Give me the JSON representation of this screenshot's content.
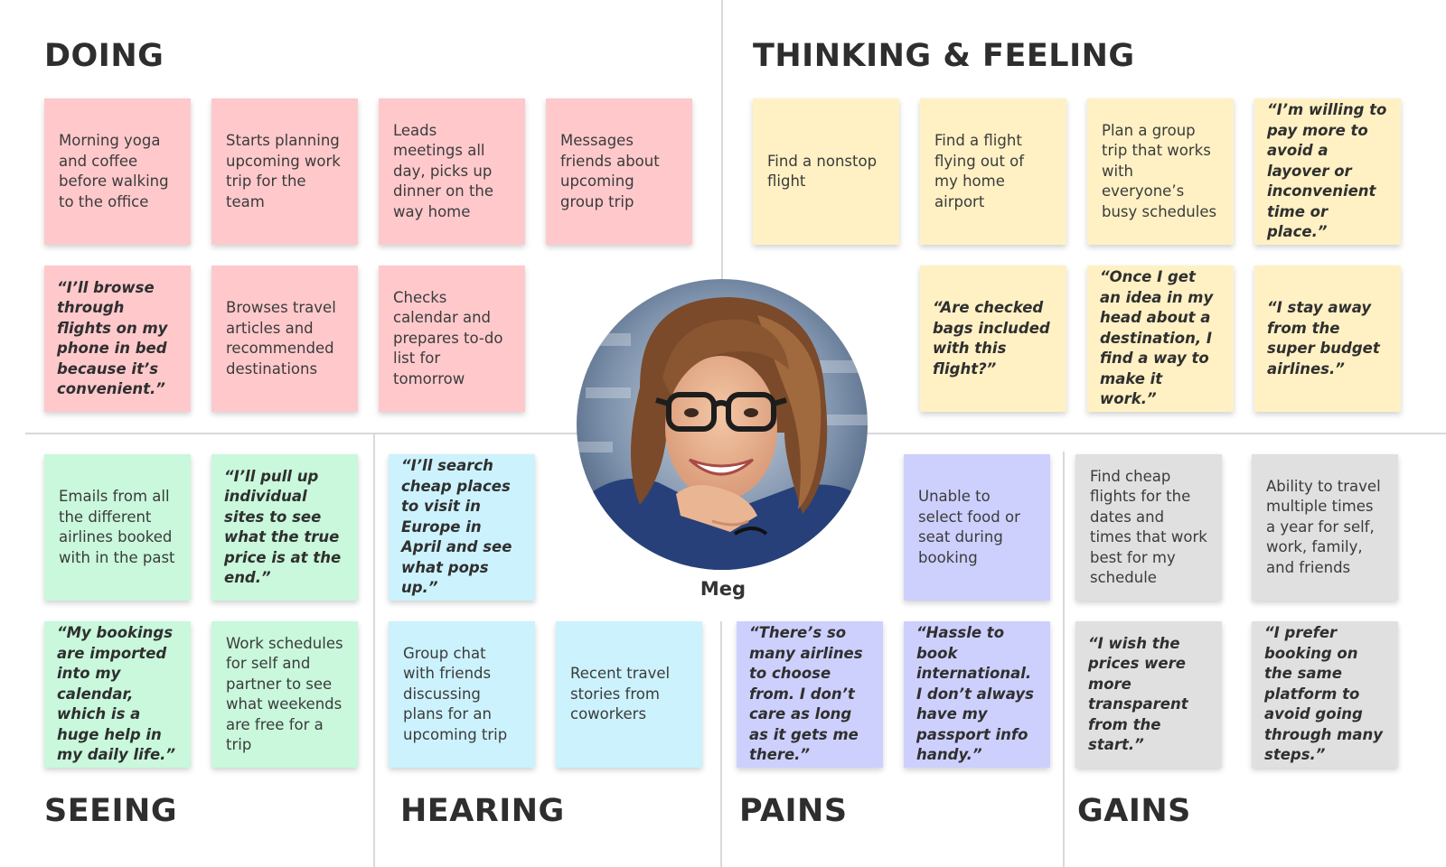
{
  "sections": {
    "doing": "DOING",
    "thinking_feeling": "THINKING & FEELING",
    "seeing": "SEEING",
    "hearing": "HEARING",
    "pains": "PAINS",
    "gains": "GAINS"
  },
  "persona": {
    "name": "Meg"
  },
  "colors": {
    "doing": "#ffc9cc",
    "thinking_feeling": "#fff1c4",
    "seeing": "#c9f8dc",
    "hearing": "#ccf2fd",
    "pains": "#cdd0fd",
    "gains": "#e0e0e0"
  },
  "doing": [
    "Morning yoga and coffee before walking to the office",
    "Starts planning upcoming work trip for the team",
    "Leads meetings all day, picks up dinner on the way home",
    "Messages friends about upcoming group trip",
    "“I’ll browse through flights on my phone in bed because it’s convenient.”",
    "Browses travel articles and recommended destinations",
    "Checks calendar and prepares to-do list for tomorrow"
  ],
  "thinking_feeling": [
    "Find a nonstop flight",
    "Find a flight flying out of my home airport",
    "Plan a group trip that works with everyone’s busy schedules",
    "“I’m willing to pay more to avoid a layover or inconvenient time or place.”",
    "“Are checked bags included with this flight?”",
    "“Once I get an idea in my head about a destination, I find a way to make it work.”",
    "“I stay away from the super budget airlines.”"
  ],
  "seeing": [
    "Emails from all the different airlines booked with in the past",
    "“I’ll pull up individual sites to see what the true price is at the end.”",
    "“My bookings are imported into my calendar, which is a huge help in my daily life.”",
    "Work schedules for self and partner to see what weekends are free for a trip"
  ],
  "hearing": [
    "“I’ll search cheap places to visit in Europe in April and see what pops up.”",
    "Group chat with friends discussing plans for an upcoming trip",
    "Recent travel stories from coworkers"
  ],
  "pains": [
    "Unable to select food or seat during booking",
    "“There’s so many airlines to choose from. I don’t care as long as it gets me there.”",
    "“Hassle to book international. I don’t always have my passport info handy.”"
  ],
  "gains": [
    "Find cheap flights for the dates and times that work best for my schedule",
    "Ability to travel multiple times a year for self, work, family, and friends",
    "“I wish the prices were more transparent from the start.”",
    "“I prefer booking on the same platform to avoid going through many steps.”"
  ]
}
